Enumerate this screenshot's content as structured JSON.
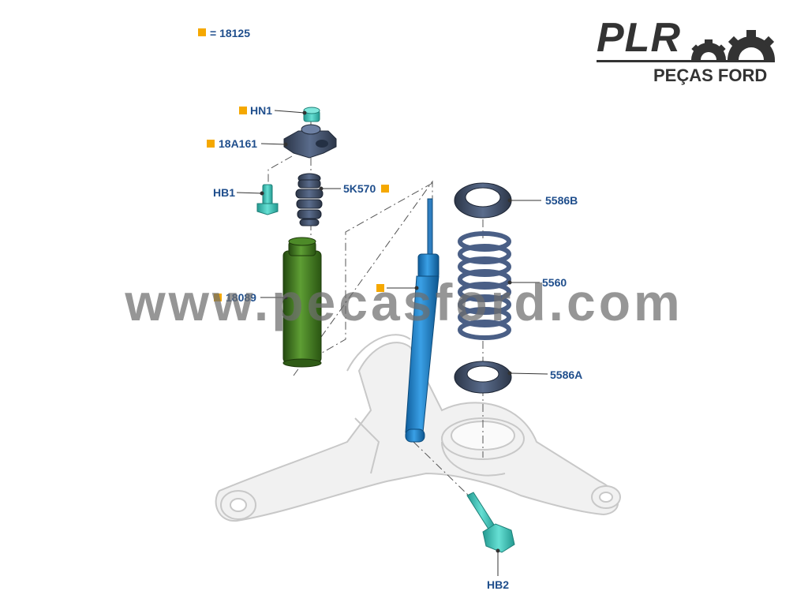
{
  "legend": {
    "text": "= 18125",
    "marker_color": "#f5a800"
  },
  "brand": {
    "logo_text": "PLR",
    "logo_subtitle": "PEÇAS FORD"
  },
  "watermark": "www.pecasford.com",
  "callouts": {
    "hn1": "HN1",
    "top_mount": "18A161",
    "hb1": "HB1",
    "bump_stop": "5K570",
    "dust_boot": "18089",
    "upper_seat": "5586B",
    "spring": "5560",
    "lower_seat": "5586A",
    "hb2": "HB2"
  },
  "colors": {
    "label": "#1f4e8c",
    "marker": "#f5a800",
    "shock": "#1a7fc8",
    "boot": "#3f7a1f",
    "part_dark": "#3d4b63",
    "fastener": "#3fc1b5"
  }
}
